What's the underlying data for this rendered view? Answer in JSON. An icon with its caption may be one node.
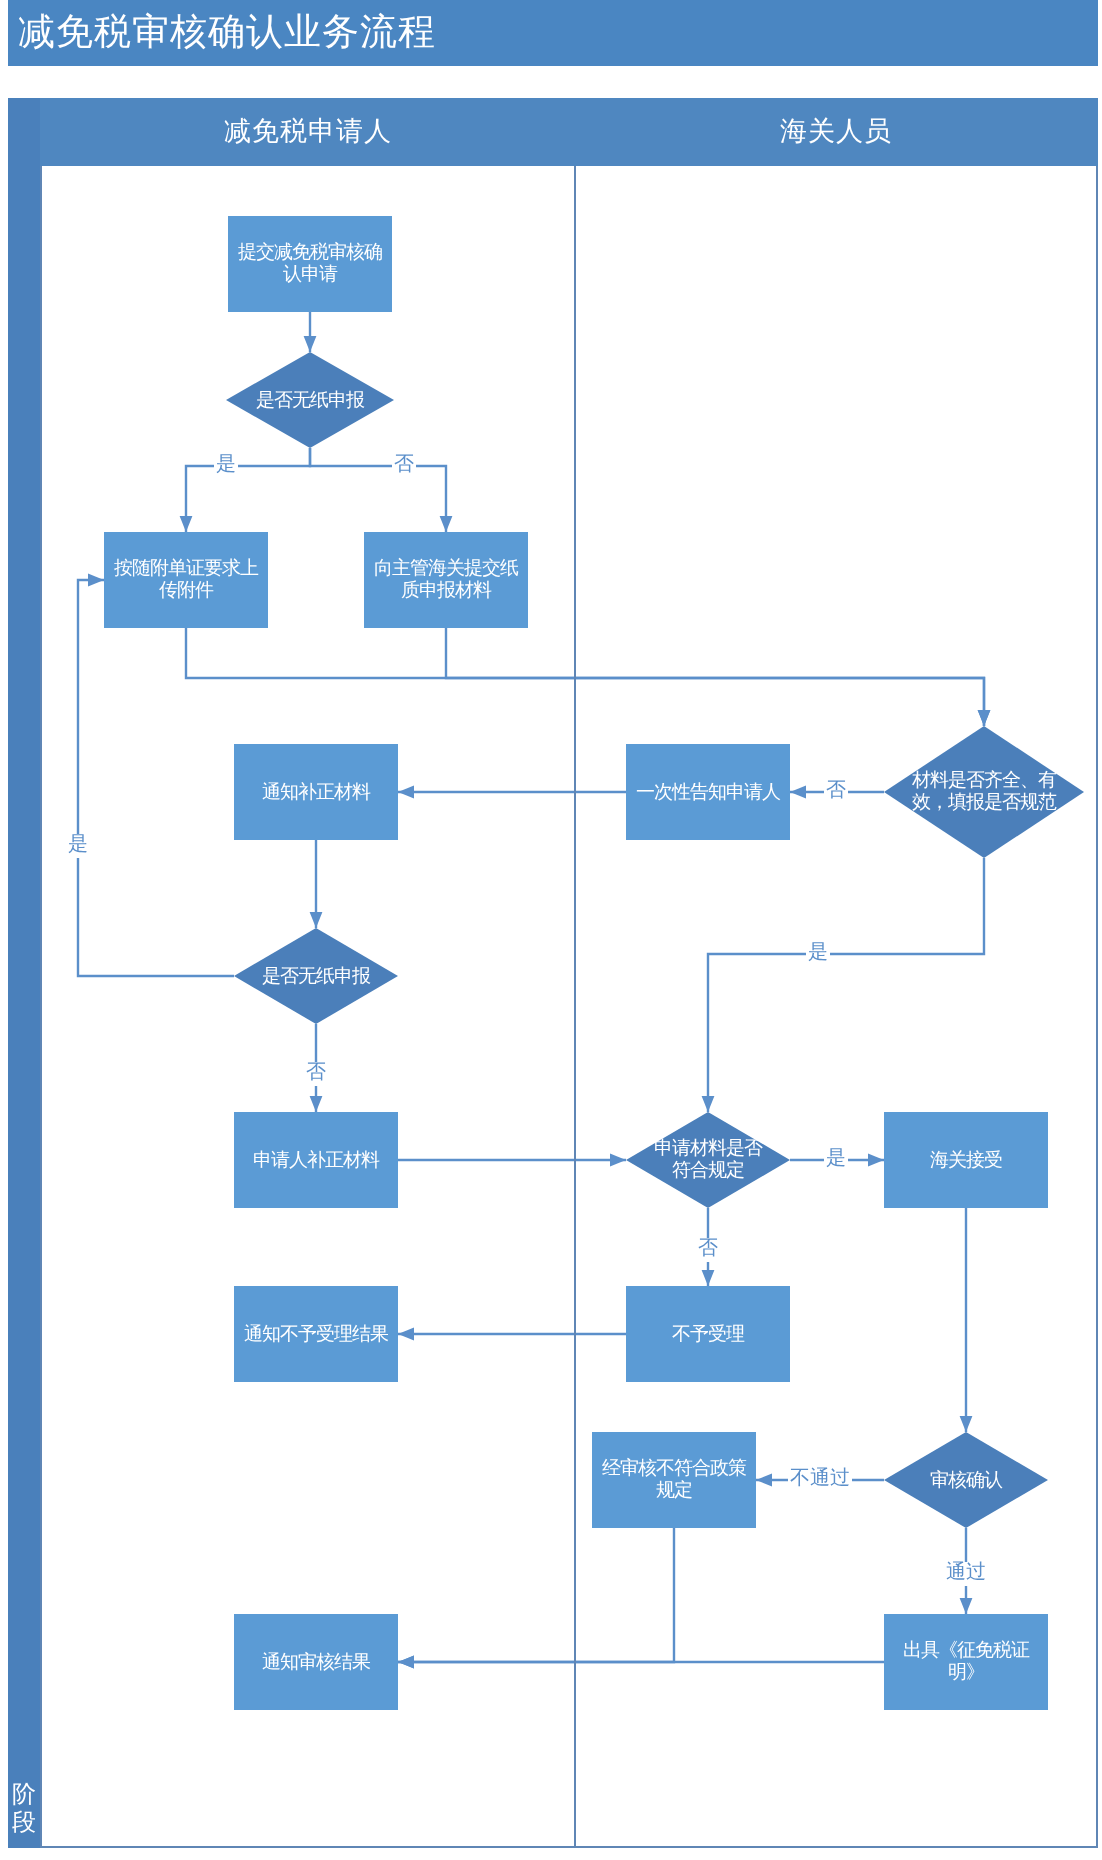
{
  "diagram": {
    "title": "减免税审核确认业务流程",
    "nodes": [
      {
        "text": [
          "减免税申请人"
        ]
      },
      {
        "text": [
          "海关人员"
        ]
      },
      {
        "text": [
          "提交减免税审核确认申请"
        ],
        "in": 0
      },
      {
        "text": [
          "是否无纸申报"
        ],
        "in": 0
      },
      {
        "text": [
          "按随附单证要求上传附件"
        ],
        "in": 0
      },
      {
        "text": [
          "向主管海关提交纸质申报材料"
        ],
        "in": 0
      },
      {
        "text": [
          "通知补正材料"
        ],
        "in": 0
      },
      {
        "text": [
          "一次性告知申请人"
        ],
        "in": 1
      },
      {
        "text": [
          "材料是否齐全、有效，填报是否规范"
        ],
        "in": 1
      },
      {
        "text": [
          "是否无纸申报"
        ],
        "in": 0
      },
      {
        "text": [
          "申请人补正材料"
        ],
        "in": 0
      },
      {
        "text": [
          "申请材料是否符合规定"
        ],
        "in": 1
      },
      {
        "text": [
          "海关接受"
        ],
        "in": 1
      },
      {
        "text": [
          "通知不予受理结果"
        ],
        "in": 0
      },
      {
        "text": [
          "不予受理"
        ],
        "in": 1
      },
      {
        "text": [
          "经审核不符合政策规定"
        ],
        "in": 1
      },
      {
        "text": [
          "审核确认"
        ],
        "in": 1
      },
      {
        "text": [
          "通知审核结果"
        ],
        "in": 0
      },
      {
        "text": [
          "出具《征免税证明》"
        ],
        "in": 1
      },
      {
        "text": [
          "阶段"
        ]
      }
    ],
    "edges": [
      {
        "from": 2,
        "to": 3,
        "arrow": "to"
      },
      {
        "from": 3,
        "to": 4,
        "arrow": "to",
        "label": "是"
      },
      {
        "from": 3,
        "to": 5,
        "arrow": "to",
        "label": "否"
      },
      {
        "from": 4,
        "to": 8,
        "arrow": "to"
      },
      {
        "from": 5,
        "to": 8,
        "arrow": "to"
      },
      {
        "from": 8,
        "to": 7,
        "arrow": "to",
        "label": "否"
      },
      {
        "from": 7,
        "to": 6,
        "arrow": "to"
      },
      {
        "from": 6,
        "to": 9,
        "arrow": "to"
      },
      {
        "from": 9,
        "to": 4,
        "arrow": "to",
        "label": "是"
      },
      {
        "from": 9,
        "to": 10,
        "arrow": "to",
        "label": "否"
      },
      {
        "from": 8,
        "to": 11,
        "arrow": "to",
        "label": "是"
      },
      {
        "from": 10,
        "to": 11,
        "arrow": "to"
      },
      {
        "from": 11,
        "to": 12,
        "arrow": "to",
        "label": "是"
      },
      {
        "from": 11,
        "to": 14,
        "arrow": "to",
        "label": "否"
      },
      {
        "from": 14,
        "to": 13,
        "arrow": "to"
      },
      {
        "from": 12,
        "to": 16,
        "arrow": "to"
      },
      {
        "from": 16,
        "to": 15,
        "arrow": "to",
        "label": "不通过"
      },
      {
        "from": 16,
        "to": 18,
        "arrow": "to",
        "label": "通过"
      },
      {
        "from": 15,
        "to": 17,
        "arrow": "to"
      },
      {
        "from": 18,
        "to": 17,
        "arrow": "to"
      }
    ]
  }
}
